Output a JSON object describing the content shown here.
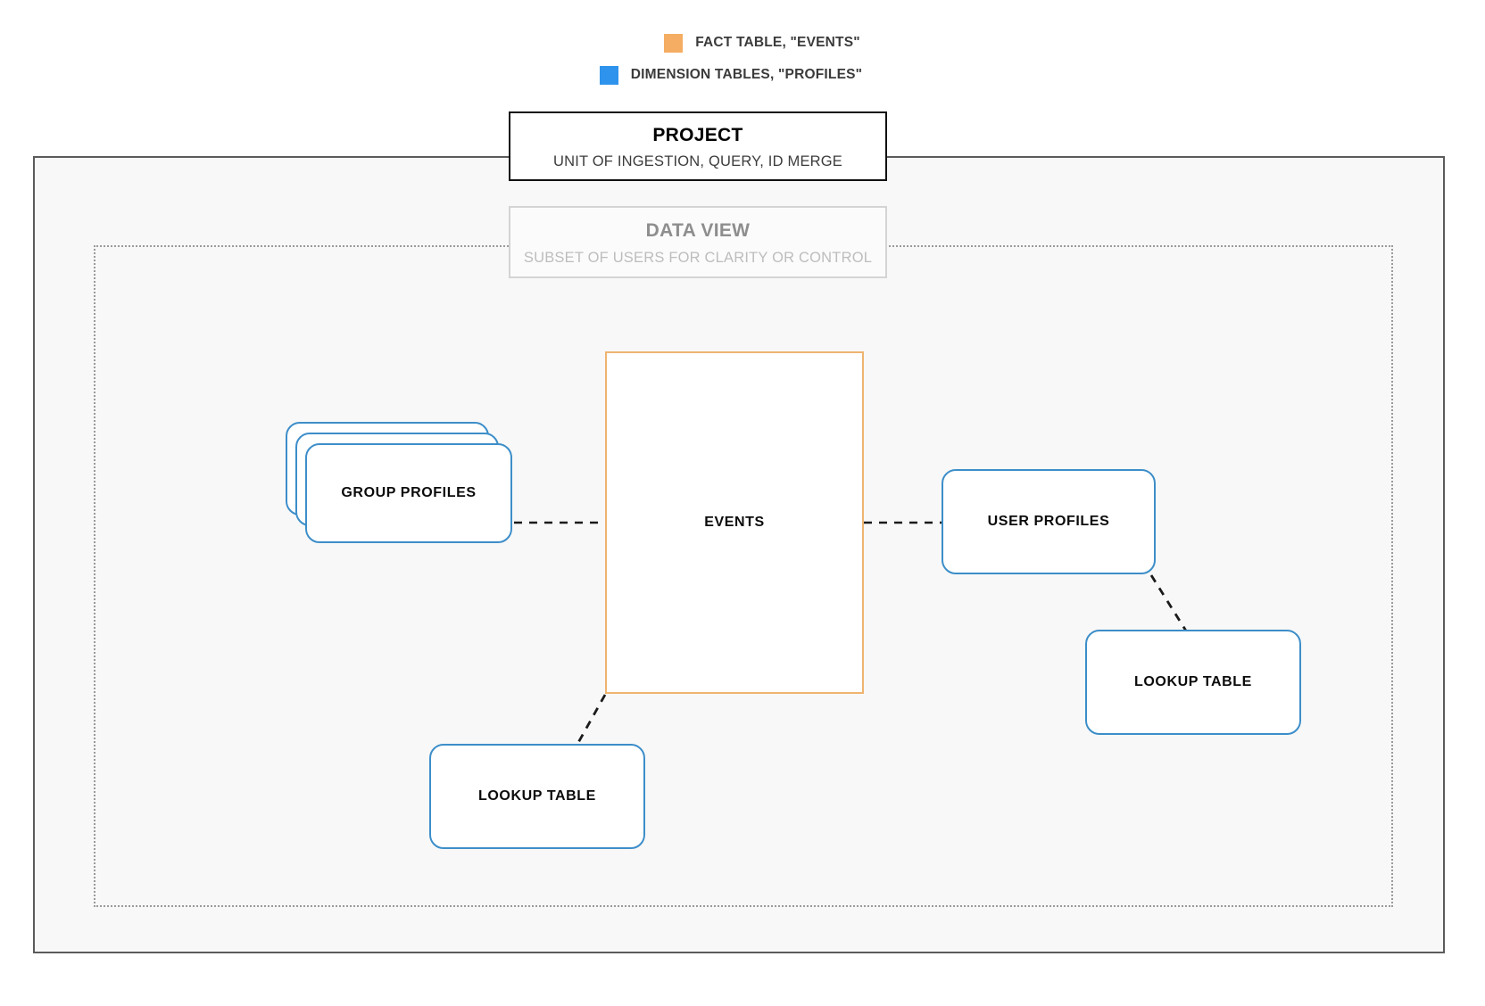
{
  "legend": {
    "items": [
      {
        "label": "FACT TABLE, \"EVENTS\"",
        "color": "#f4ad62",
        "icon": "legend-swatch-orange"
      },
      {
        "label": "DIMENSION TABLES, \"PROFILES\"",
        "color": "#2e93ec",
        "icon": "legend-swatch-blue"
      }
    ]
  },
  "project_card": {
    "title": "PROJECT",
    "subtitle": "UNIT OF INGESTION, QUERY, ID MERGE"
  },
  "dataview_card": {
    "title": "DATA VIEW",
    "subtitle": "SUBSET OF USERS FOR CLARITY OR CONTROL"
  },
  "nodes": {
    "group_profiles": "GROUP PROFILES",
    "events": "EVENTS",
    "user_profiles": "USER PROFILES",
    "lookup_table_left": "LOOKUP TABLE",
    "lookup_table_right": "LOOKUP TABLE"
  },
  "colors": {
    "fact_border": "#efb470",
    "dimension_border": "#3d8ec9",
    "project_border": "#111111",
    "dataview_border": "#d4d4d4",
    "frame_border": "#5b5b5b",
    "frame_fill": "#f8f8f8",
    "connector": "#1a1a1a"
  }
}
